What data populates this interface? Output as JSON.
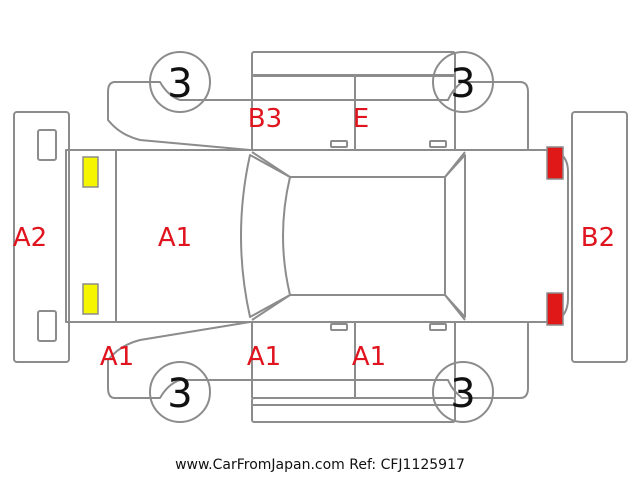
{
  "colors": {
    "outline": "#8c8c8c",
    "mark_text": "#e0141e",
    "headlight": "#f5f500",
    "taillight": "#e01818",
    "wheel_number": "#111111"
  },
  "wheels": {
    "front_left": "3",
    "rear_left": "3",
    "front_right": "3",
    "rear_right": "3"
  },
  "marks": {
    "front_bumper": "A2",
    "rear_bumper": "B2",
    "hood": "A1",
    "front_door_top": "B3",
    "rear_door_top": "E",
    "front_fender_bottom": "A1",
    "front_door_bottom": "A1",
    "rear_door_bottom": "A1"
  },
  "footer": {
    "text": "www.CarFromJapan.com Ref: CFJ1125917"
  }
}
